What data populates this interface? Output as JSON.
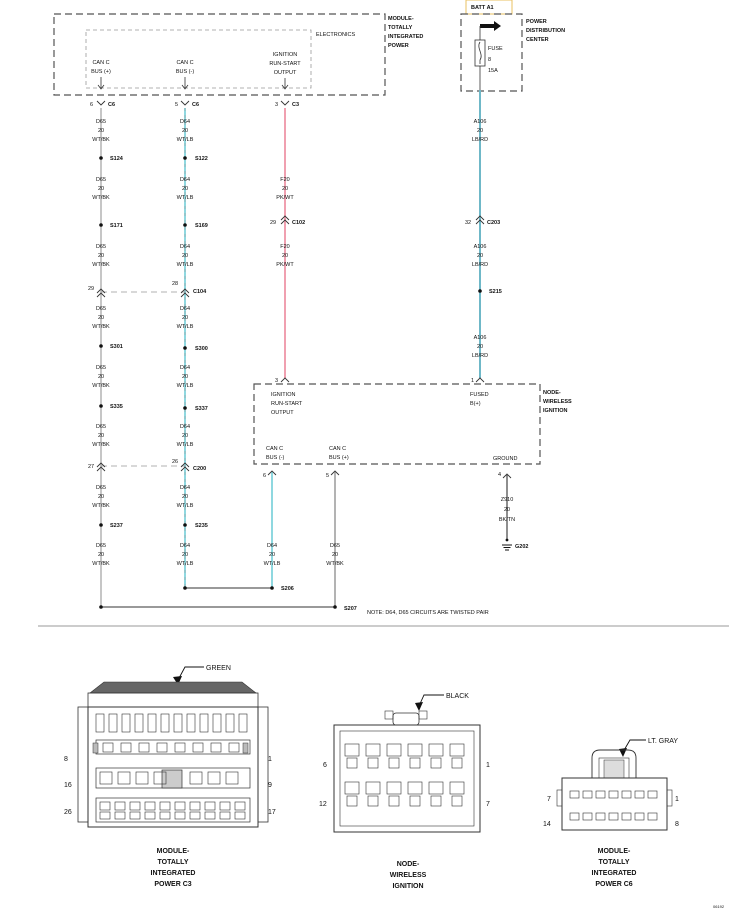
{
  "modules": {
    "tipm": {
      "name": [
        "MODULE-",
        "TOTALLY",
        "INTEGRATED",
        "POWER"
      ],
      "sub": "ELECTRONICS",
      "pins": [
        [
          "CAN C",
          "BUS (+)"
        ],
        [
          "CAN C",
          "BUS (-)"
        ],
        [
          "IGNITION",
          "RUN-START",
          "OUTPUT"
        ]
      ]
    },
    "pdc": {
      "name": [
        "POWER",
        "DISTRIBUTION",
        "CENTER"
      ],
      "batt": "BATT A1",
      "fuse": [
        "FUSE",
        "8",
        "15A"
      ]
    },
    "wireless": {
      "name": [
        "NODE-",
        "WIRELESS",
        "IGNITION"
      ],
      "pins": [
        [
          "IGNITION",
          "RUN-START",
          "OUTPUT"
        ],
        [
          "FUSED",
          "B(+)"
        ],
        [
          "CAN C",
          "BUS (-)"
        ],
        [
          "CAN C",
          "BUS (+)"
        ],
        [
          "GROUND"
        ]
      ]
    }
  },
  "circuits": {
    "d65": [
      "D65",
      "20",
      "WT/BK"
    ],
    "d64": [
      "D64",
      "20",
      "WT/LB"
    ],
    "f20": [
      "F20",
      "20",
      "PK/WT"
    ],
    "a106": [
      "A106",
      "20",
      "LB/RD"
    ],
    "z910": [
      "Z910",
      "20",
      "BK/TN"
    ]
  },
  "connectors": {
    "c6a": [
      "6",
      "C6"
    ],
    "c6b": [
      "5",
      "C6"
    ],
    "c3": [
      "3",
      "C3"
    ],
    "c102": [
      "29",
      "C102"
    ],
    "c203": [
      "32",
      "C203"
    ],
    "c104": [
      "29",
      "28",
      "C104"
    ],
    "c200": [
      "27",
      "26",
      "C200"
    ],
    "wn3": "3",
    "wn1": "1",
    "wn6": "6",
    "wn5": "5",
    "wn4": "4"
  },
  "splices": {
    "left": [
      "S124",
      "S171",
      "S301",
      "S335",
      "S237"
    ],
    "mid": [
      "S122",
      "S169",
      "S300",
      "S337",
      "S235"
    ],
    "s215": "S215",
    "s206": "S206",
    "s207": "S207",
    "g202": "G202"
  },
  "note": "NOTE:  D64, D65      CIRCUITS ARE TWISTED PAIR",
  "views": {
    "c3": {
      "color": "GREEN",
      "caption": [
        "MODULE-",
        "TOTALLY",
        "INTEGRATED",
        "POWER C3"
      ],
      "pins": [
        "8",
        "1",
        "16",
        "9",
        "26",
        "17"
      ]
    },
    "nwi": {
      "color": "BLACK",
      "caption": [
        "NODE-",
        "WIRELESS",
        "IGNITION"
      ],
      "pins": [
        "6",
        "1",
        "12",
        "7"
      ]
    },
    "c6": {
      "color": "LT. GRAY",
      "caption": [
        "MODULE-",
        "TOTALLY",
        "INTEGRATED",
        "POWER C6"
      ],
      "pins": [
        "7",
        "1",
        "14",
        "8"
      ]
    }
  },
  "figure_id": "06192",
  "colors": {
    "pink": "#f0a0b0",
    "blue": "#8fd8e0",
    "teal": "#6fb8c8",
    "gray": "#a0a0a0"
  }
}
